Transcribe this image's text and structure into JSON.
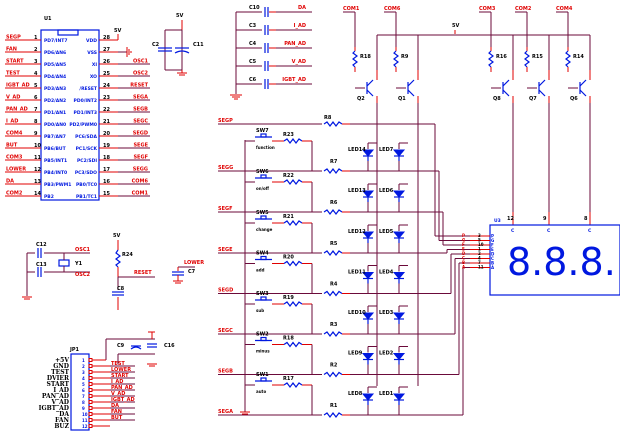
{
  "u1": {
    "ref": "U1",
    "left_pins": [
      {
        "num": "1",
        "net": "SEGP",
        "name": "PD7/INT7"
      },
      {
        "num": "2",
        "net": "FAN",
        "name": "PD6/AN6"
      },
      {
        "num": "3",
        "net": "START",
        "name": "PD5/AN5"
      },
      {
        "num": "4",
        "net": "TEST",
        "name": "PD4/AN4"
      },
      {
        "num": "5",
        "net": "IGBT_AD",
        "name": "PD3/AN3"
      },
      {
        "num": "6",
        "net": "V_AD",
        "name": "PD2/AN2"
      },
      {
        "num": "7",
        "net": "PAN_AD",
        "name": "PD1/AN1"
      },
      {
        "num": "8",
        "net": "I_AD",
        "name": "PD0/AN0"
      },
      {
        "num": "9",
        "net": "COM4",
        "name": "PB7/AN7"
      },
      {
        "num": "10",
        "net": "BUT",
        "name": "PB6/BUT"
      },
      {
        "num": "11",
        "net": "COM3",
        "name": "PB5/INT1"
      },
      {
        "num": "12",
        "net": "LOWER",
        "name": "PB4/INT0"
      },
      {
        "num": "13",
        "net": "DA",
        "name": "PB3/PWM1"
      },
      {
        "num": "14",
        "net": "COM2",
        "name": "PB2"
      }
    ],
    "right_pins": [
      {
        "num": "28",
        "net": "5V",
        "name": "VDD"
      },
      {
        "num": "27",
        "net": "GND",
        "name": "VSS"
      },
      {
        "num": "26",
        "net": "OSC1",
        "name": "XI"
      },
      {
        "num": "25",
        "net": "OSC2",
        "name": "XO"
      },
      {
        "num": "24",
        "net": "RESET",
        "name": "/RESET"
      },
      {
        "num": "23",
        "net": "SEGA",
        "name": "PD0/INT2"
      },
      {
        "num": "22",
        "net": "SEGB",
        "name": "PD1/INT3"
      },
      {
        "num": "21",
        "net": "SEGC",
        "name": "PD2/PWM0"
      },
      {
        "num": "20",
        "net": "SEGD",
        "name": "PC6/SDA"
      },
      {
        "num": "19",
        "net": "SEGE",
        "name": "PC1/SCK"
      },
      {
        "num": "18",
        "net": "SEGF",
        "name": "PC2/SDI"
      },
      {
        "num": "17",
        "net": "SEGG",
        "name": "PC3/SDO"
      },
      {
        "num": "16",
        "net": "COM6",
        "name": "PB0/TC0"
      },
      {
        "num": "15",
        "net": "COM1",
        "name": "PB1/TC1"
      }
    ]
  },
  "decoupling": {
    "vcc": "5V",
    "caps": [
      "C2",
      "C11"
    ]
  },
  "filter_caps": [
    {
      "ref": "C10",
      "net": "DA"
    },
    {
      "ref": "C3",
      "net": "I_AD"
    },
    {
      "ref": "C4",
      "net": "PAN_AD"
    },
    {
      "ref": "C5",
      "net": "V_AD"
    },
    {
      "ref": "C6",
      "net": "IGBT_AD"
    }
  ],
  "drivers": [
    {
      "com": "COM1",
      "res": "R18",
      "q": "Q2"
    },
    {
      "com": "COM6",
      "res": "R9",
      "q": "Q1"
    },
    {
      "com": "COM3",
      "res": "R16",
      "q": "Q8"
    },
    {
      "com": "COM2",
      "res": "R15",
      "q": "Q7"
    },
    {
      "com": "COM4",
      "res": "R14",
      "q": "Q6"
    }
  ],
  "driver_supply": "5V",
  "rows": [
    {
      "seg": "SEGP",
      "res": "R8",
      "sw": "",
      "sw_res": "",
      "sw_label": "",
      "led1": "",
      "led2": ""
    },
    {
      "seg": "SEGG",
      "res": "R7",
      "sw": "SW7",
      "sw_res": "R23",
      "sw_label": "function",
      "led1": "LED14",
      "led2": "LED7"
    },
    {
      "seg": "SEGF",
      "res": "R6",
      "sw": "SW6",
      "sw_res": "R22",
      "sw_label": "on/off",
      "led1": "LED13",
      "led2": "LED6"
    },
    {
      "seg": "SEGE",
      "res": "R5",
      "sw": "SW5",
      "sw_res": "R21",
      "sw_label": "change",
      "led1": "LED12",
      "led2": "LED5"
    },
    {
      "seg": "SEGD",
      "res": "R4",
      "sw": "SW4",
      "sw_res": "R20",
      "sw_label": "add",
      "led1": "LED11",
      "led2": "LED4"
    },
    {
      "seg": "SEGC",
      "res": "R3",
      "sw": "SW3",
      "sw_res": "R19",
      "sw_label": "sub",
      "led1": "LED10",
      "led2": "LED3"
    },
    {
      "seg": "SEGB",
      "res": "R2",
      "sw": "SW2",
      "sw_res": "R18",
      "sw_label": "minus",
      "led1": "LED9",
      "led2": "LED2"
    },
    {
      "seg": "SEGA",
      "res": "R1",
      "sw": "SW1",
      "sw_res": "R17",
      "sw_label": "auto",
      "led1": "LED8",
      "led2": "LED1"
    }
  ],
  "display": {
    "ref": "U3",
    "text": "8.8.8.",
    "digits": [
      "8.",
      "8.",
      "8."
    ],
    "com_pins": [
      "12",
      "9",
      "8"
    ],
    "seg_pins": [
      {
        "seg": "P",
        "num": "3"
      },
      {
        "seg": "G",
        "num": "5"
      },
      {
        "seg": "F",
        "num": "10"
      },
      {
        "seg": "E",
        "num": "1"
      },
      {
        "seg": "D",
        "num": "2"
      },
      {
        "seg": "C",
        "num": "4"
      },
      {
        "seg": "B",
        "num": "7"
      },
      {
        "seg": "A",
        "num": "11"
      }
    ]
  },
  "osc": {
    "caps": [
      "C12",
      "C13"
    ],
    "crystal": "Y1",
    "nets": [
      "OSC1",
      "OSC2"
    ]
  },
  "reset": {
    "res": "R24",
    "cap": "C8",
    "net": "RESET",
    "vcc": "5V"
  },
  "lower": {
    "cap": "C7",
    "net": "LOWER"
  },
  "jp1": {
    "ref": "JP1",
    "caps": [
      "C9",
      "C16"
    ],
    "pins": [
      {
        "num": "1",
        "label": "+5V",
        "net": ""
      },
      {
        "num": "2",
        "label": "GND",
        "net": "TEST"
      },
      {
        "num": "3",
        "label": "TEST",
        "net": "LOWER"
      },
      {
        "num": "4",
        "label": "DVIER",
        "net": "START"
      },
      {
        "num": "5",
        "label": "START",
        "net": "I_AD"
      },
      {
        "num": "6",
        "label": "I_AD",
        "net": "PAN_AD"
      },
      {
        "num": "7",
        "label": "PAN_AD",
        "net": "V_AD"
      },
      {
        "num": "8",
        "label": "V_AD",
        "net": "IGBT_AD"
      },
      {
        "num": "9",
        "label": "IGBT_AD",
        "net": "DA"
      },
      {
        "num": "10",
        "label": "DA",
        "net": "FAN"
      },
      {
        "num": "11",
        "label": "FAN",
        "net": "BUT"
      },
      {
        "num": "12",
        "label": "BUZ",
        "net": ""
      }
    ]
  }
}
